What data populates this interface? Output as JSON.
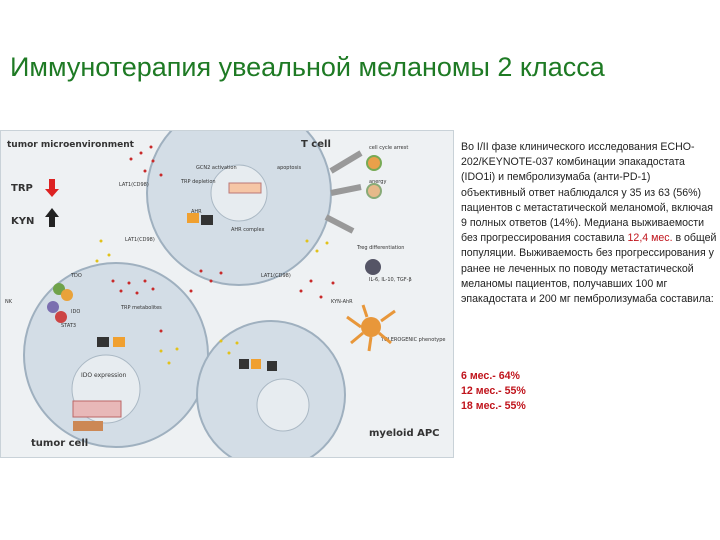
{
  "title": "Иммунотерапия увеальной меланомы 2 класса",
  "figure": {
    "microenvironment": "tumor microenvironment",
    "trp": "TRP",
    "kyn": "KYN",
    "t_cell": "T cell",
    "tumor_cell": "tumor cell",
    "myeloid_apc": "myeloid APC",
    "ido_expression": "IDO expression",
    "tolerogenic": "TOLEROGENIC phenotype",
    "trp_depletion": "TRP depletion",
    "gcn2": "GCN2 activation",
    "ahr": "AHR",
    "trp_metabolites": "TRP metabolites",
    "lat1": "LAT1(CD98)",
    "ido": "IDO",
    "tdo": "TDO",
    "stat3": "STAT3",
    "treg": "Treg differentiation",
    "kyn_ahr": "KYN-AhR",
    "cell_cycle_arrest": "cell cycle arrest",
    "anergy": "anergy",
    "apoptosis": "apoptosis",
    "nk": "NK",
    "il": "IL-6, IL-10, TGF-β",
    "ahr_complex": "AHR complex"
  },
  "text": {
    "p1_part1": "Во I/II фазе клинического исследования ECHO-202/KEYNOTE-037 комбинации эпакадостата (IDO1i) и пембролизумаба (анти-PD-1) объективный ответ наблюдался у 35 из 63 (56%) пациентов с метастатической меланомой, включая 9 полных ответов (14%). Медиана выживаемости без прогрессирования составила",
    "p1_highlight": "12,4 мес.",
    "p1_part2": "в общей популяции. Выживаемость без прогрессирования у ранее не леченных по поводу метастатической меланомы пациентов, получавших 100 мг эпакадостата и 200 мг пембролизумаба составила:",
    "r1": "6 мес.- 64%",
    "r2": "12 мес.- 55%",
    "r3": "18 мес.- 55%"
  },
  "colors": {
    "title": "#1e7a24",
    "highlight": "#c0141c"
  }
}
